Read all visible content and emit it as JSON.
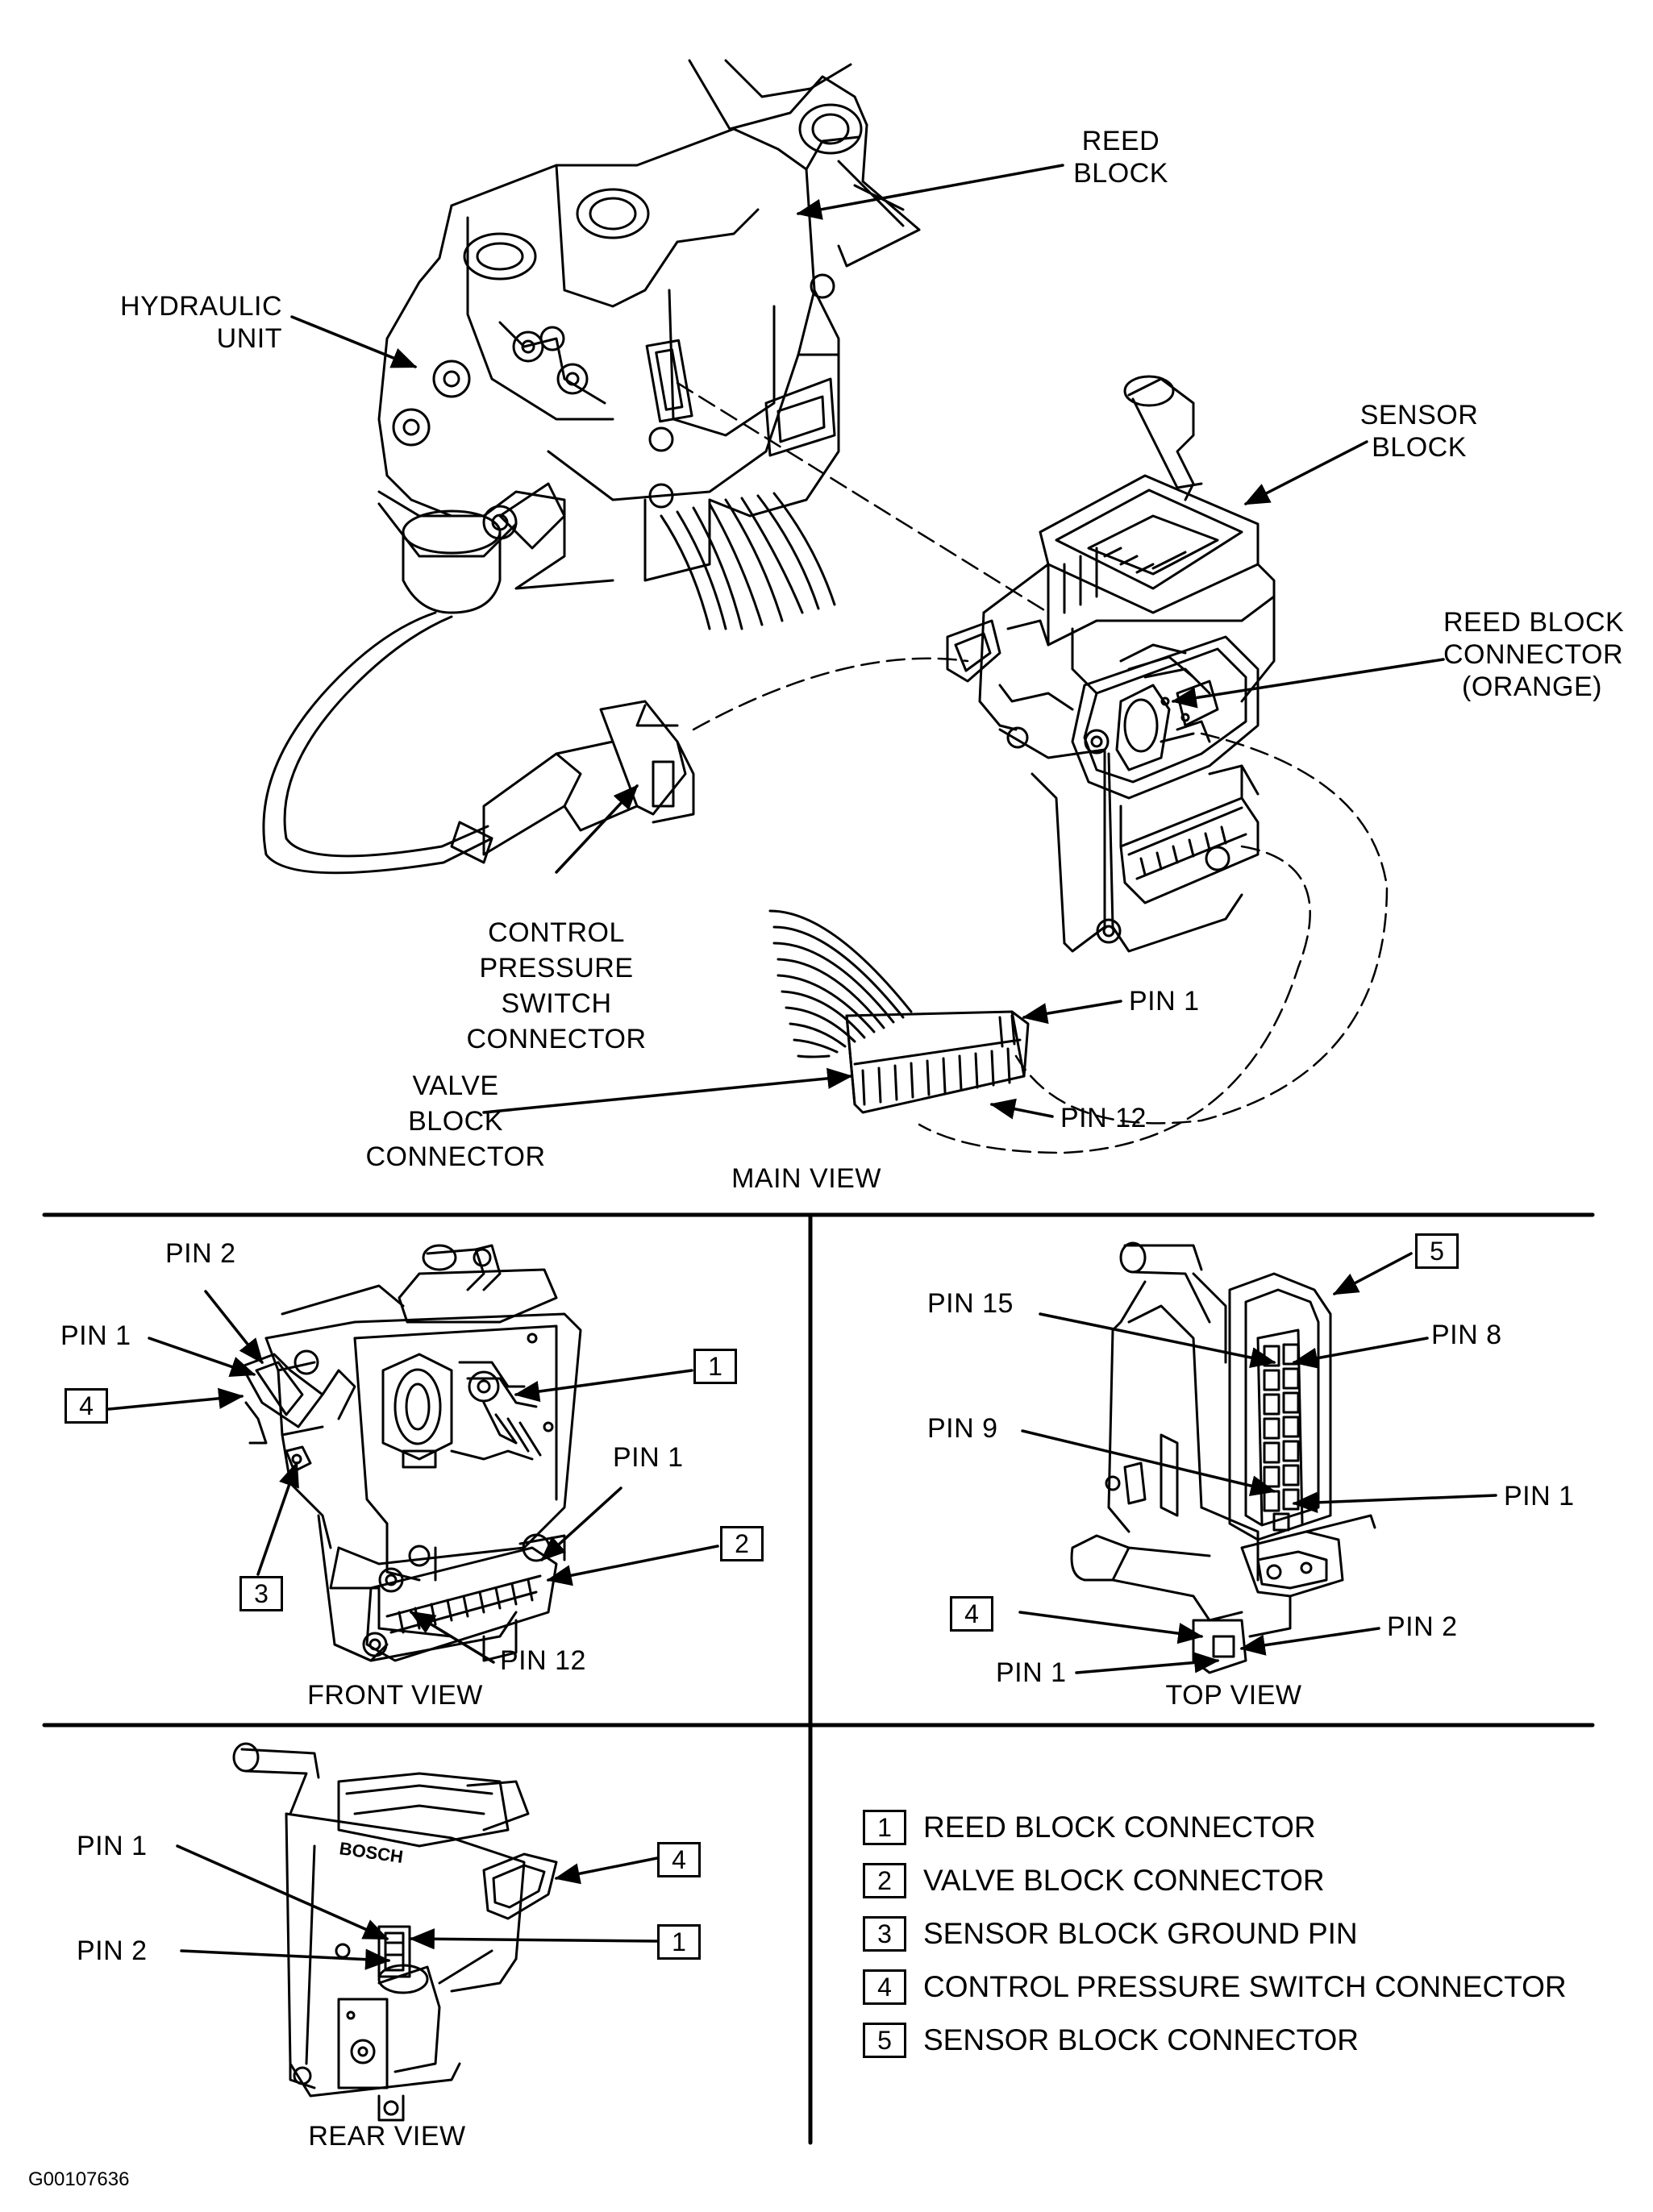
{
  "main_view": {
    "title": "MAIN VIEW",
    "reed_block": [
      "REED",
      "BLOCK"
    ],
    "hydraulic_unit": [
      "HYDRAULIC",
      "UNIT"
    ],
    "sensor_block": [
      "SENSOR",
      "BLOCK"
    ],
    "reed_block_connector": [
      "REED BLOCK",
      "CONNECTOR",
      "(ORANGE)"
    ],
    "control_pressure_switch_connector": [
      "CONTROL",
      "PRESSURE",
      "SWITCH",
      "CONNECTOR"
    ],
    "valve_block_connector": [
      "VALVE",
      "BLOCK",
      "CONNECTOR"
    ],
    "pin_1": "PIN 1",
    "pin_12": "PIN 12"
  },
  "front_view": {
    "title": "FRONT VIEW",
    "pin_2": "PIN 2",
    "pin_1_left": "PIN 1",
    "pin_1_right": "PIN 1",
    "pin_12": "PIN 12",
    "callouts": [
      "1",
      "2",
      "3",
      "4"
    ]
  },
  "top_view": {
    "title": "TOP VIEW",
    "pin_15": "PIN 15",
    "pin_8": "PIN 8",
    "pin_9": "PIN 9",
    "pin_1_right": "PIN 1",
    "pin_2": "PIN 2",
    "pin_1_bottom": "PIN 1",
    "callouts": [
      "5",
      "4"
    ]
  },
  "rear_view": {
    "title": "REAR VIEW",
    "pin_1": "PIN 1",
    "pin_2": "PIN 2",
    "brand": "BOSCH",
    "callouts": [
      "4",
      "1"
    ]
  },
  "legend": [
    {
      "num": "1",
      "text": "REED BLOCK CONNECTOR"
    },
    {
      "num": "2",
      "text": "VALVE BLOCK CONNECTOR"
    },
    {
      "num": "3",
      "text": "SENSOR BLOCK GROUND PIN"
    },
    {
      "num": "4",
      "text": "CONTROL PRESSURE SWITCH CONNECTOR"
    },
    {
      "num": "5",
      "text": "SENSOR BLOCK CONNECTOR"
    }
  ],
  "figure_id": "G00107636",
  "colors": {
    "ink": "#000000",
    "paper": "#ffffff"
  }
}
